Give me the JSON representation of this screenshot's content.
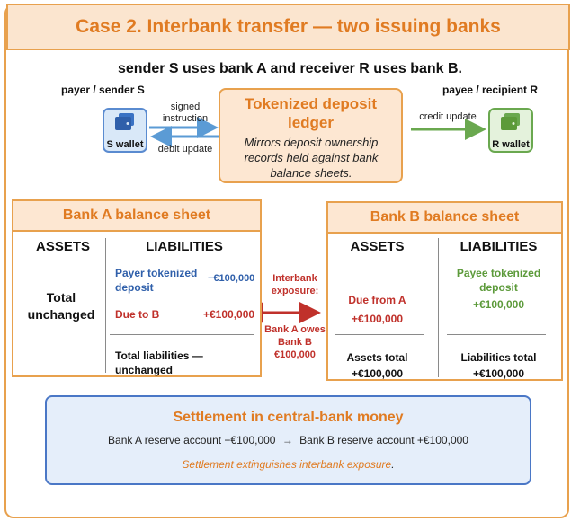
{
  "title": "Case 2. Interbank transfer — two issuing banks",
  "subtitle": "sender S uses bank A and receiver R uses bank B.",
  "sender": {
    "role": "payer / sender S",
    "wallet_label": "S wallet",
    "icon": "wallet-icon"
  },
  "receiver": {
    "role": "payee / recipient R",
    "wallet_label": "R wallet",
    "icon": "wallet-icon"
  },
  "arrows": {
    "signed_instruction": [
      "signed",
      "instruction"
    ],
    "debit_update": "debit update",
    "credit_update": "credit update"
  },
  "ledger": {
    "title": [
      "Tokenized deposit",
      "ledger"
    ],
    "body": [
      "Mirrors deposit ownership",
      "records held against bank",
      "balance sheets."
    ]
  },
  "bank_a": {
    "title": "Bank A balance sheet",
    "assets_head": "ASSETS",
    "liabilities_head": "LIABILITIES",
    "assets_text": [
      "Total",
      "unchanged"
    ],
    "payer_deposit": [
      "Payer tokenized",
      "deposit"
    ],
    "payer_deposit_value": "−€100,000",
    "due_to_b": "Due to B",
    "due_to_b_value": "+€100,000",
    "total_liabilities": [
      "Total liabilities —",
      "unchanged"
    ]
  },
  "interbank": {
    "top": [
      "Interbank",
      "exposure:"
    ],
    "bottom": [
      "Bank A owes",
      "Bank B",
      "€100,000"
    ]
  },
  "bank_b": {
    "title": "Bank B balance sheet",
    "assets_head": "ASSETS",
    "liabilities_head": "LIABILITIES",
    "due_from_a": "Due from A",
    "due_from_a_value": "+€100,000",
    "payee_deposit": [
      "Payee tokenized",
      "deposit"
    ],
    "payee_deposit_value": "+€100,000",
    "assets_total": [
      "Assets total",
      "+€100,000"
    ],
    "liabilities_total": [
      "Liabilities total",
      "+€100,000"
    ]
  },
  "settlement": {
    "title": "Settlement in central-bank money",
    "from": "Bank A reserve account −€100,000",
    "arrow": "→",
    "to": "Bank B reserve account +€100,000",
    "note": "Settlement extinguishes interbank exposure",
    "note_end": "."
  },
  "colors": {
    "orange": "#e8a14e",
    "title_orange": "#e07b22",
    "blue": "#2f5faa",
    "red": "#c0312b",
    "green": "#5c9a3a"
  }
}
